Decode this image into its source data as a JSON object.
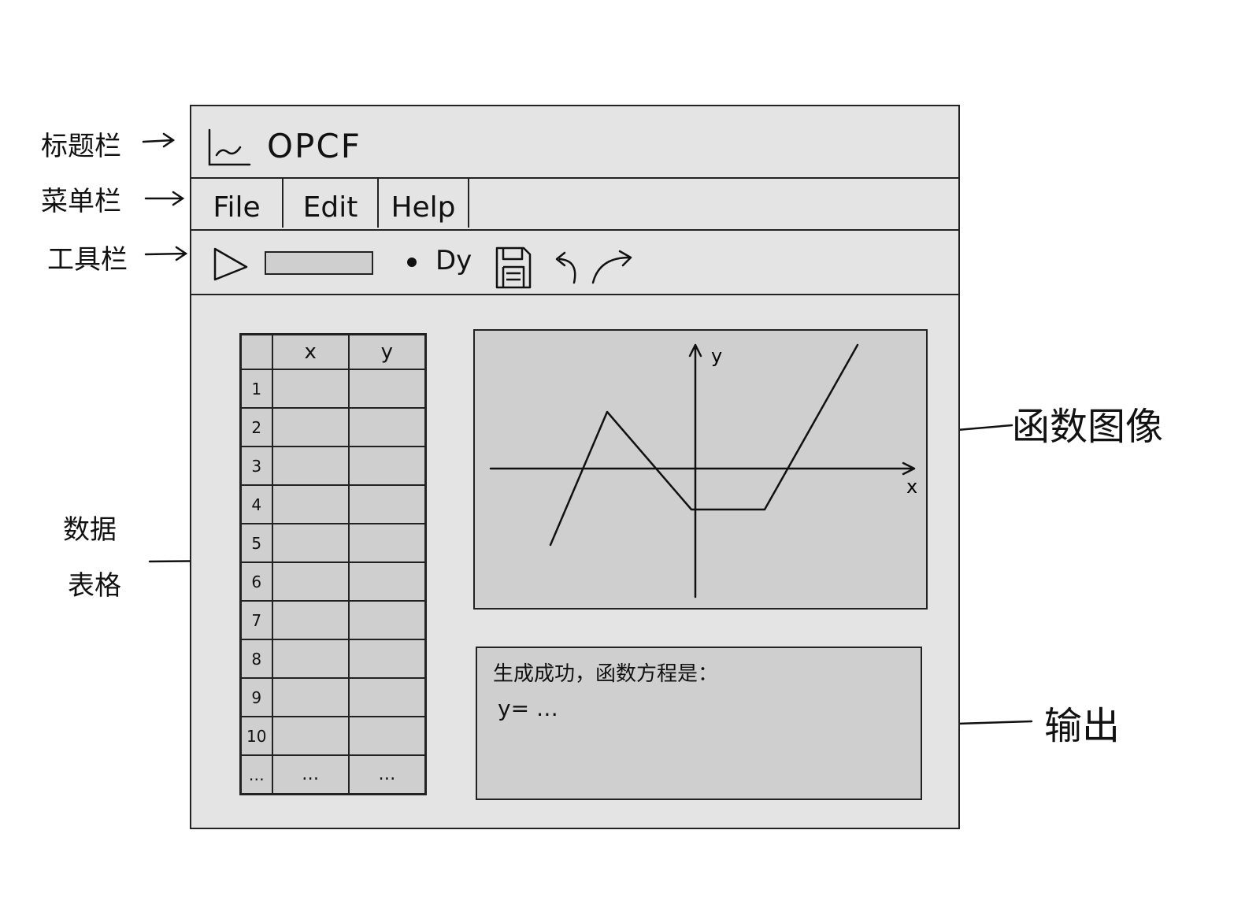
{
  "annotations": {
    "title_bar": "标题栏",
    "menu_bar": "菜单栏",
    "toolbar": "工具栏",
    "data_table_line1": "数据",
    "data_table_line2": "表格",
    "function_graph": "函数图像",
    "output": "输出"
  },
  "window": {
    "title": "OPCF",
    "icon": "line-chart-icon"
  },
  "menu": {
    "items": [
      {
        "label": "File"
      },
      {
        "label": "Edit"
      },
      {
        "label": "Help"
      }
    ]
  },
  "toolbar": {
    "run_icon": "play-icon",
    "input_value": "",
    "dy_label": "Dy",
    "dot_icon": "dot-icon",
    "save_icon": "save-icon",
    "undo_icon": "undo-icon",
    "redo_icon": "redo-icon"
  },
  "table": {
    "headers": [
      "",
      "x",
      "y"
    ],
    "rows": [
      {
        "n": "1",
        "x": "",
        "y": ""
      },
      {
        "n": "2",
        "x": "",
        "y": ""
      },
      {
        "n": "3",
        "x": "",
        "y": ""
      },
      {
        "n": "4",
        "x": "",
        "y": ""
      },
      {
        "n": "5",
        "x": "",
        "y": ""
      },
      {
        "n": "6",
        "x": "",
        "y": ""
      },
      {
        "n": "7",
        "x": "",
        "y": ""
      },
      {
        "n": "8",
        "x": "",
        "y": ""
      },
      {
        "n": "9",
        "x": "",
        "y": ""
      },
      {
        "n": "10",
        "x": "",
        "y": ""
      },
      {
        "n": "…",
        "x": "…",
        "y": "…"
      }
    ]
  },
  "graph": {
    "xlabel": "x",
    "ylabel": "y"
  },
  "output": {
    "line1": "生成成功，函数方程是：",
    "line2": "y= …"
  }
}
